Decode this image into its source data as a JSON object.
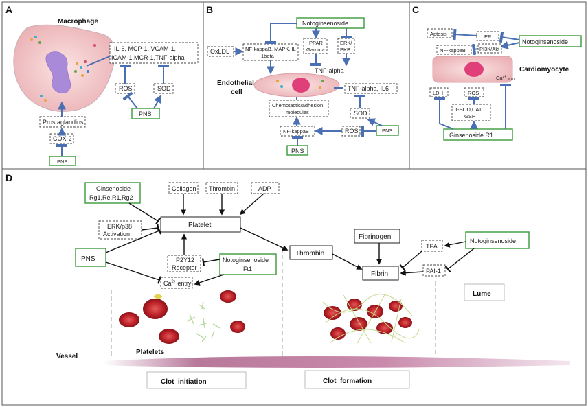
{
  "panels": {
    "A": {
      "letter": "A",
      "title": "Macrophage",
      "cytokines": [
        "IL-6, MCP-1, VCAM-1,",
        "ICAM-1,MCR-1,TNF-alpha"
      ],
      "ros": "ROS",
      "sod": "SOD",
      "pns_right": "PNS",
      "prostaglandins": "Prostaglandins",
      "cox2": "COX-2",
      "pns_bottom": "PNS"
    },
    "B": {
      "letter": "B",
      "notoginsenoside": "Notoginsenoside",
      "oxldl": "OxLDL",
      "nfkb_mapk": [
        "NF-kappaB, MAPK, IL-",
        "1beta"
      ],
      "ppar": [
        "PPAR",
        "Gamma"
      ],
      "erk_pkb": [
        "ERK/",
        "PKB"
      ],
      "tnf_alpha": "TNF-alpha",
      "cell_label": [
        "Endothelial",
        "cell"
      ],
      "tnf_il6": "TNF-alpha, IL6",
      "chemotactic": [
        "Chemotactic/adhesion",
        "molecules"
      ],
      "sod": "SOD",
      "ros": "ROS",
      "pns_right": "PNS",
      "nfkappab": "NF-kappaB",
      "pns_bottom": "PNS"
    },
    "C": {
      "letter": "C",
      "aptosis": "Aptosis",
      "er": "ER",
      "notoginsenoside": "Notoginsenoside",
      "nfkappab": "NF-kappaB",
      "pi3k": "PI3K/Akt",
      "cell_label": "Cardiomyocyte",
      "ca_entry": "entry",
      "ca_symbol": "Ca",
      "ca_sup": "2+",
      "ldh": "LDH",
      "ros": "ROS",
      "tsod": [
        "T-SOD,CAT,",
        "GSH"
      ],
      "ginsenoside_r1": "Ginsenoside R1"
    },
    "D": {
      "letter": "D",
      "ginsenoside": [
        "Ginsenoside",
        "Rg1,Re,R1,Rg2"
      ],
      "collagen": "Collagen",
      "thrombin_top": "Thrombin",
      "adp": "ADP",
      "erk_p38": [
        "ERK/p38",
        "Activation"
      ],
      "platelet": "Platelet",
      "pns": "PNS",
      "p2y12": [
        "P2Y12",
        "Receptor"
      ],
      "notoginsenoside_ft1": [
        "Notoginsenoside",
        "Ft1"
      ],
      "ca_symbol": "Ca",
      "ca_sup": "2+",
      "ca_entry": "entry",
      "platelets_label": "Platelets",
      "vessel": "Vessel",
      "thrombin": "Thrombin",
      "fibrinogen": "Fibrinogen",
      "fibrin": "Fibrin",
      "tpa": "TPA",
      "pai1": "PAI-1",
      "notoginsenoside": "Notoginsenoside",
      "lume": "Lume",
      "clot_initiation": "Clot  initiation",
      "clot_formation": "Clot  formation"
    }
  },
  "colors": {
    "inhibit_arrow": "#4a6fb3",
    "green_border": "#3a9a3a",
    "cell_pink": "#f3c9c9",
    "nucleus": "#e0407a",
    "rbc": "#c0242a"
  }
}
